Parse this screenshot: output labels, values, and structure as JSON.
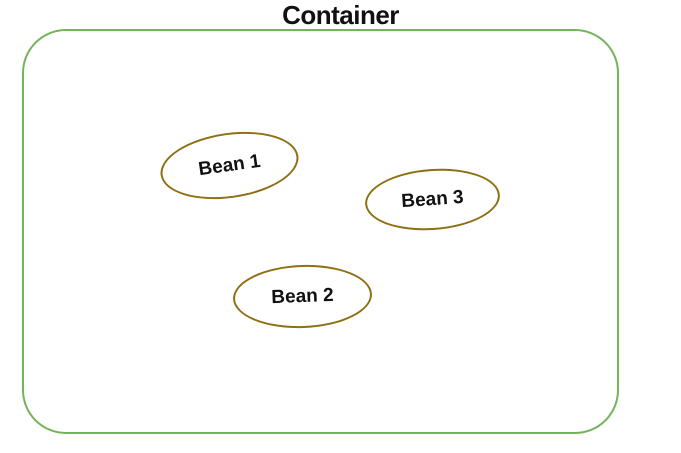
{
  "title": {
    "label": "Container"
  },
  "beans": [
    {
      "label": "Bean 1"
    },
    {
      "label": "Bean 2"
    },
    {
      "label": "Bean 3"
    }
  ],
  "colors": {
    "container_border": "#75b35a",
    "bean_border": "#8f6f12",
    "text": "#111111",
    "background": "#ffffff"
  }
}
